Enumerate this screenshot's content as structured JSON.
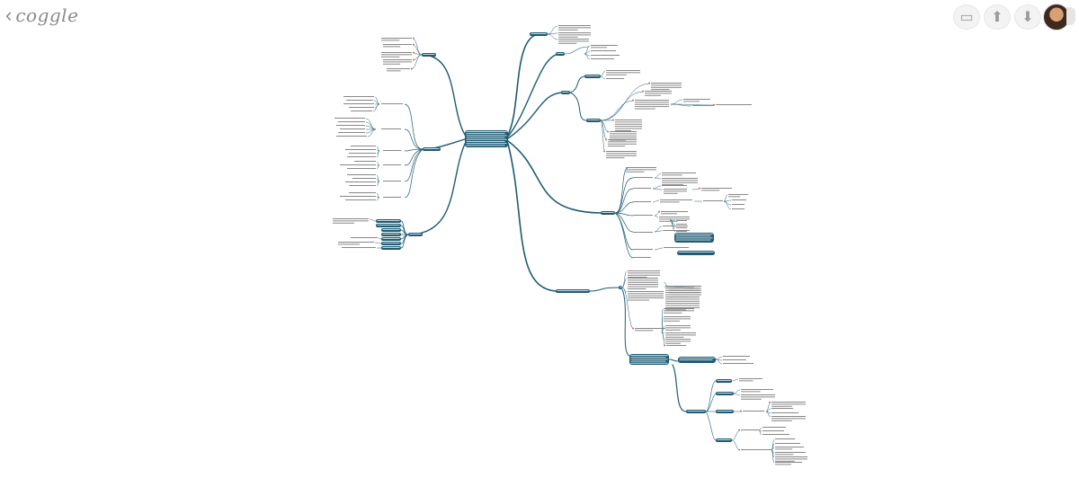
{
  "app": {
    "logo_text": "coggle",
    "back_icon": "chevron-left-icon",
    "toolbar": [
      {
        "name": "present-button",
        "icon": "presentation-icon",
        "glyph": "▭"
      },
      {
        "name": "share-button",
        "icon": "upload-icon",
        "glyph": "⬆"
      },
      {
        "name": "download-button",
        "icon": "download-icon",
        "glyph": "⬇"
      }
    ],
    "avatar_icon": "user-avatar-icon"
  },
  "colors": {
    "branch": "#1d5b73",
    "node_fill": "#1d5b73",
    "text": "#333333",
    "marker": "#e0503a"
  }
}
